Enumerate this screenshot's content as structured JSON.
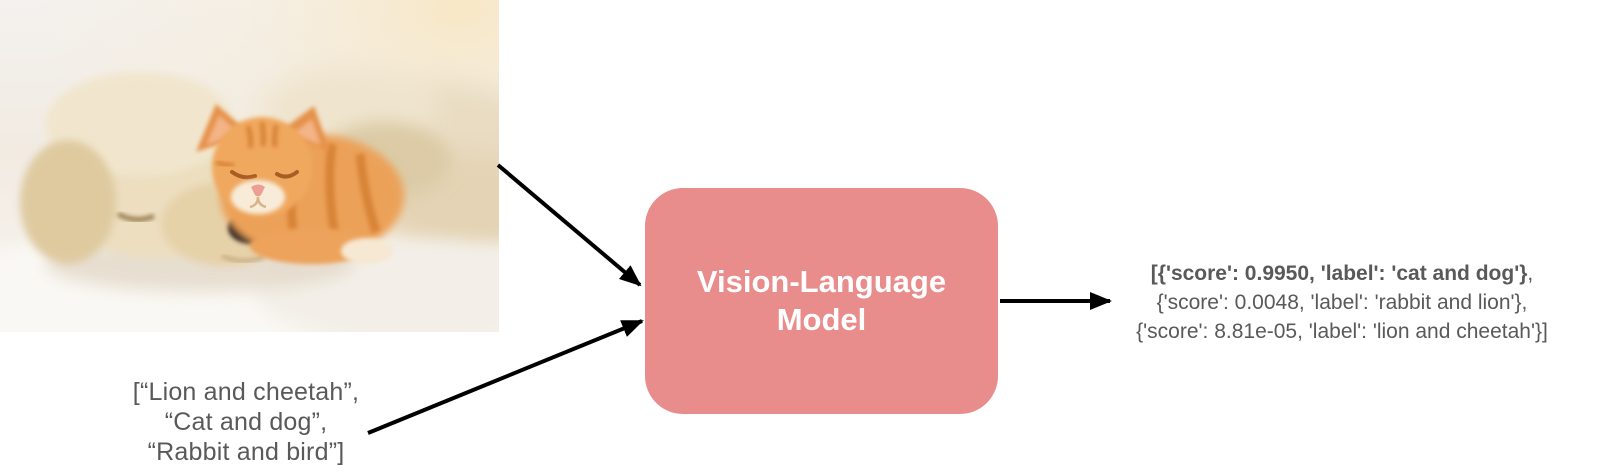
{
  "diagram": {
    "input_image": {
      "name": "dog-and-kitten-photo",
      "description": "sleeping cream puppy with ginger tabby kitten on white blanket"
    },
    "prompt_list": {
      "lines": [
        "[“Lion and cheetah”,",
        "“Cat and dog”,",
        "“Rabbit and bird”]"
      ]
    },
    "model_box": {
      "lines": [
        "Vision-Language",
        "Model"
      ],
      "fill": "#E98C8C",
      "text_color": "#FFFFFF"
    },
    "output": {
      "line1_bold": "[{'score': 0.9950, 'label': 'cat and dog'}",
      "line1_tail": ",",
      "line2": "{'score': 0.0048, 'label': 'rabbit and lion'},",
      "line3": "{'score': 8.81e-05, 'label': 'lion and cheetah'}]"
    },
    "arrows": {
      "color": "#000000"
    },
    "text_color": "#595959"
  }
}
